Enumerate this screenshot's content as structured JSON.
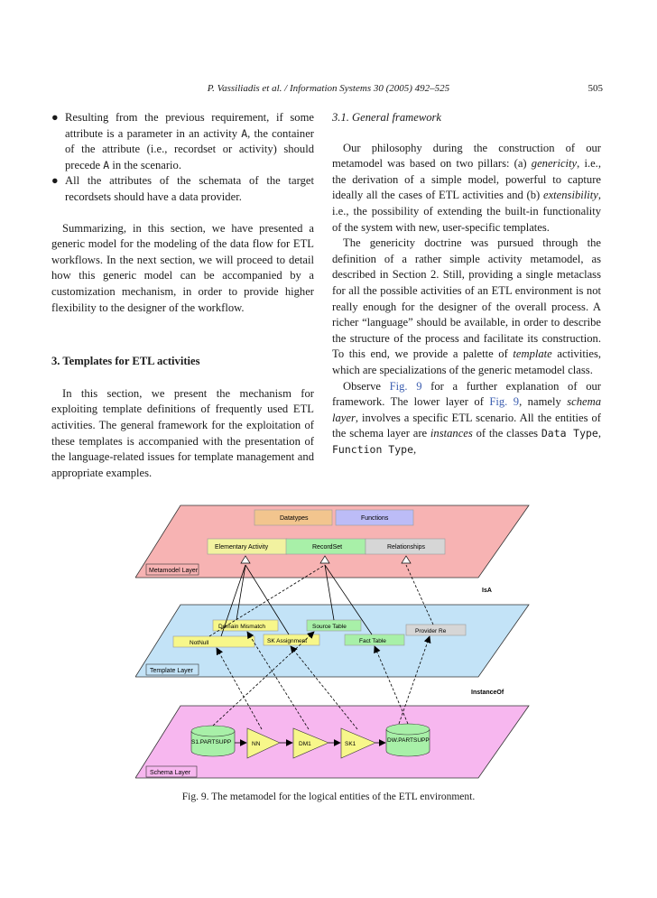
{
  "header": {
    "running_title": "P. Vassiliadis et al. / Information Systems 30 (2005) 492–525",
    "page_number": "505"
  },
  "left_column": {
    "bullet1": {
      "line1": "Resulting from the previous requirement, if",
      "line2a": "some attribute is a parameter in an activity ",
      "code_A": "A",
      "line2b": ",",
      "line3": "the container of the attribute (i.e., recordset or",
      "line4a": "activity) should precede ",
      "code_A2": "A",
      "line4b": " in the scenario."
    },
    "bullet2": {
      "text": "All the attributes of the schemata of the target recordsets should have a data provider."
    },
    "summary": "Summarizing, in this section, we have presented a generic model for the modeling of the data flow for ETL workflows. In the next section, we will proceed to detail how this generic model can be accompanied by a customization mechanism, in order to provide higher flexibility to the designer of the workflow.",
    "section_heading": "3. Templates for ETL activities",
    "section_intro": "In this section, we present the mechanism for exploiting template definitions of frequently used ETL activities. The general framework for the exploitation of these templates is accompanied with the presentation of the language-related issues for template management and appropriate examples."
  },
  "right_column": {
    "subsection_heading": "3.1.  General framework",
    "p1_a": "Our philosophy during the construction of our metamodel was based on two pillars: (a) ",
    "p1_genericity": "genericity",
    "p1_b": ", i.e., the derivation of a simple model, powerful to capture ideally all the cases of ETL activities and (b) ",
    "p1_extensibility": "extensibility",
    "p1_c": ", i.e., the possibility of extending the built-in functionality of the system with new, user-specific templates.",
    "p2_a": "The genericity doctrine was pursued through the definition of a rather simple activity metamodel, as described in Section 2. Still, providing a single metaclass for all the possible activities of an ETL environment is not really enough for the designer of the overall process. A richer “language” should be available, in order to describe the structure of the process and facilitate its construction. To this end, we provide a palette of ",
    "p2_template": "template",
    "p2_b": " activities, which are specializations of the generic metamodel class.",
    "p3_a": "Observe ",
    "p3_fig1": "Fig. 9",
    "p3_b": " for a further explanation of our framework. The lower layer of ",
    "p3_fig2": "Fig. 9",
    "p3_c": ", namely ",
    "p3_schema_layer": "schema layer",
    "p3_d": ", involves a specific ETL scenario. All the entities of the schema layer are ",
    "p3_instances": "instances",
    "p3_e": " of the classes ",
    "p3_code1": "Data Type",
    "p3_sep1": ", ",
    "p3_code2": "Function Type",
    "p3_sep2": ","
  },
  "figure": {
    "caption": "Fig. 9.  The metamodel for the logical entities of the ETL environment.",
    "metamodel_layer": {
      "label": "Metamodel Layer",
      "datatypes": "Datatypes",
      "functions": "Functions",
      "elementary_activity": "Elementary Activity",
      "recordset": "RecordSet",
      "relationships": "Relationships"
    },
    "isa_label": "IsA",
    "template_layer": {
      "label": "Template Layer",
      "domain_mismatch": "Domain Mismatch",
      "source_table": "Source Table",
      "provider_rel": "Provider Re",
      "notnull": "NotNull",
      "sk_assignment": "SK Assignment",
      "fact_table": "Fact Table"
    },
    "instanceof_label": "InstanceOf",
    "schema_layer": {
      "label": "Schema Layer",
      "s1_partsupp": "S1.PARTSUPP",
      "nn": "NN",
      "dm1": "DM1",
      "sk1": "SK1",
      "dw_partsupp": "DW.PARTSUPP"
    },
    "colors": {
      "metamodel_fill": "#f7b3b3",
      "template_fill": "#c3e3f7",
      "schema_fill": "#f7b7ef",
      "datatypes_fill": "#f2c58e",
      "functions_fill": "#bcbcf7",
      "elementary_fill": "#f2f2a0",
      "recordset_fill": "#a8f0a8",
      "relationships_fill": "#d6d6d6",
      "activity_fill": "#f7f78a",
      "table_fill": "#a8f0a8"
    }
  }
}
